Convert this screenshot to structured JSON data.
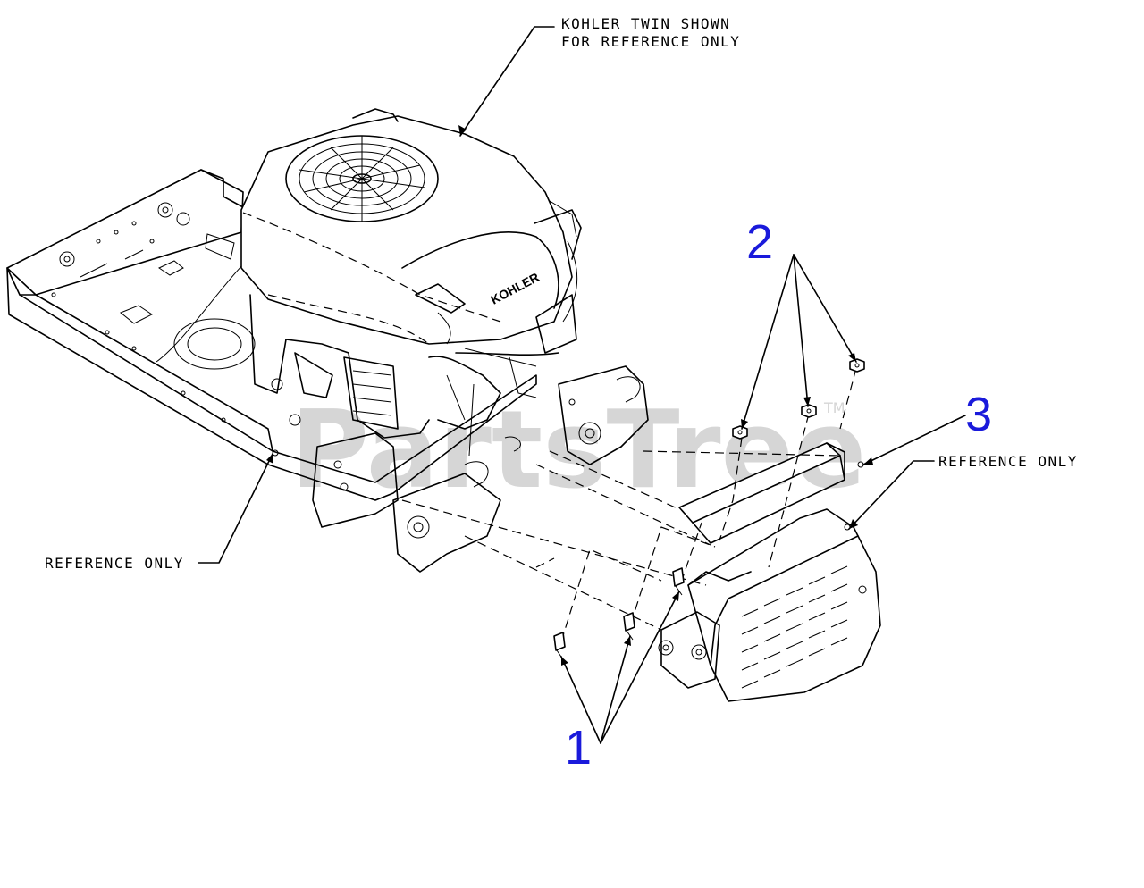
{
  "diagram": {
    "notes": {
      "kohler_line1": "KOHLER TWIN SHOWN",
      "kohler_line2": "FOR REFERENCE ONLY",
      "reference_right": "REFERENCE ONLY",
      "reference_left": "REFERENCE ONLY"
    },
    "callouts": {
      "part1": "1",
      "part2": "2",
      "part3": "3"
    },
    "engine_brand": "KOHLER",
    "watermark": "PartsTree",
    "watermark_tm": "TM",
    "colors": {
      "line": "#000000",
      "callout": "#1a1adb",
      "watermark": "#d6d6d6",
      "background": "#ffffff"
    }
  }
}
